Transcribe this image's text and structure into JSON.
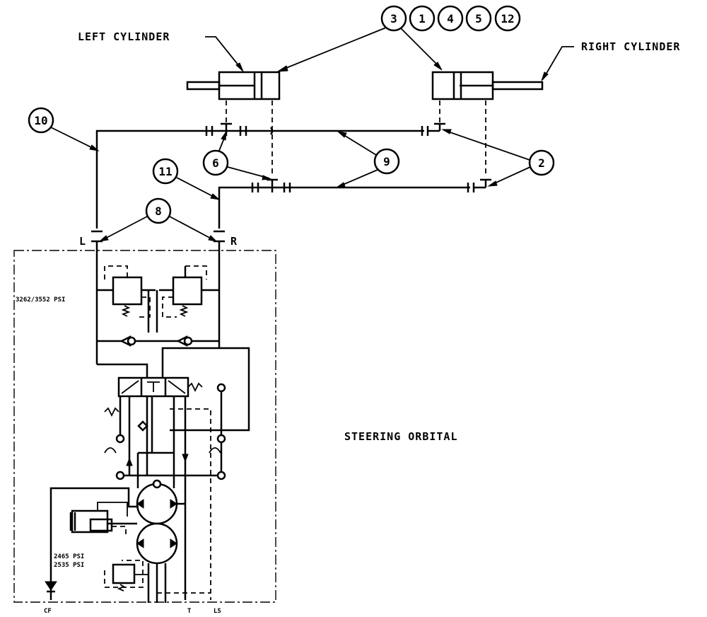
{
  "labels": {
    "left_cylinder": "LEFT CYLINDER",
    "right_cylinder": "RIGHT CYLINDER",
    "steering_orbital": "STEERING ORBITAL",
    "port_l": "L",
    "port_r": "R",
    "relief_pressure": "3262/3552 PSI",
    "priority_pressure_1": "2465 PSI",
    "priority_pressure_2": "2535 PSI",
    "port_cf": "CF",
    "port_t": "T",
    "port_ls": "LS"
  },
  "callouts": [
    "3",
    "1",
    "4",
    "5",
    "12",
    "10",
    "6",
    "9",
    "2",
    "11",
    "8"
  ]
}
